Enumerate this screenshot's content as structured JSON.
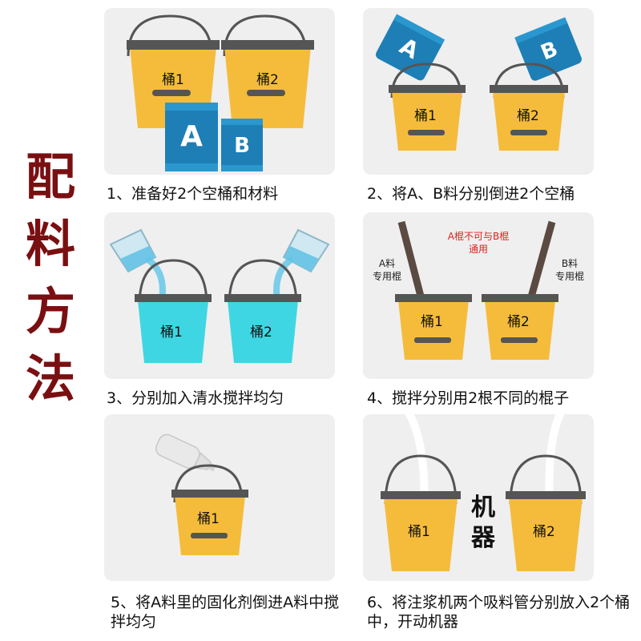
{
  "page_title": [
    "配",
    "料",
    "方",
    "法"
  ],
  "colors": {
    "title": "#7a0f12",
    "bucket": "#f5bc3c",
    "water": "#3fd6e3",
    "pack": "#1d7fb6",
    "rim": "#555555"
  },
  "steps": [
    {
      "caption": "1、准备好2个空桶和材料",
      "buckets": [
        "桶1",
        "桶2"
      ],
      "packs": [
        "A",
        "B"
      ]
    },
    {
      "caption": "2、将A、B料分别倒进2个空桶",
      "buckets": [
        "桶1",
        "桶2"
      ],
      "packs": [
        "A",
        "B"
      ]
    },
    {
      "caption": "3、分别加入清水搅拌均匀",
      "buckets": [
        "桶1",
        "桶2"
      ]
    },
    {
      "caption": "4、搅拌分别用2根不同的棍子",
      "buckets": [
        "桶1",
        "桶2"
      ],
      "note_center": [
        "A棍不可与B棍",
        "通用"
      ],
      "note_left": [
        "A料",
        "专用棍"
      ],
      "note_right": [
        "B料",
        "专用棍"
      ]
    },
    {
      "caption": "5、将A料里的固化剂倒进A料中搅拌均匀",
      "buckets": [
        "桶1"
      ]
    },
    {
      "caption": "6、将注浆机两个吸料管分别放入2个桶中，开动机器",
      "buckets": [
        "桶1",
        "桶2"
      ],
      "machine": [
        "机",
        "器"
      ]
    }
  ]
}
